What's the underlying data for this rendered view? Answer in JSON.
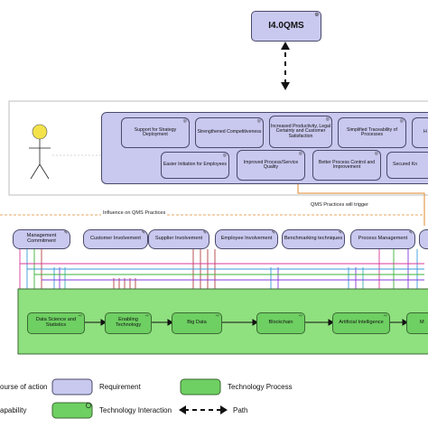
{
  "title": "I4.0QMS",
  "requirements_row1": [
    "Support for Strategy Deployment",
    "Strengthened Competitiveness",
    "Increased Productivity, Legal Certainty and Customer Satisfaction",
    "Simplified Traceability of Processes",
    "H"
  ],
  "requirements_row2": [
    "Easier Initiation for Employees",
    "Improved Process/Service Quality",
    "Better Process Control and Improvement",
    "Secured Kn"
  ],
  "labels": {
    "qms_trigger": "QMS Practices will trigger",
    "influence": "Influence on QMS Practices"
  },
  "courses": [
    "Management Commitment",
    "Customer Involvement",
    "Supplier Involvement",
    "Employee Involvement",
    "Benchmarking techniques",
    "Process Management",
    ""
  ],
  "technologies": [
    "Data Science and Statistics",
    "Enabling Technology",
    "Big Data",
    "Blockchain",
    "Artificial Intelligence",
    "M"
  ],
  "legend": {
    "course": "ourse of action",
    "requirement": "Requirement",
    "tech_process": "Technology Process",
    "capability": "apability",
    "tech_interaction": "Technology Interaction",
    "path": "Path"
  },
  "colors": {
    "requirement_fill": "#c9c8ef",
    "technology_fill": "#6ecf62",
    "actor_head": "#f3e24a",
    "orange_line": "#e08a2e"
  }
}
